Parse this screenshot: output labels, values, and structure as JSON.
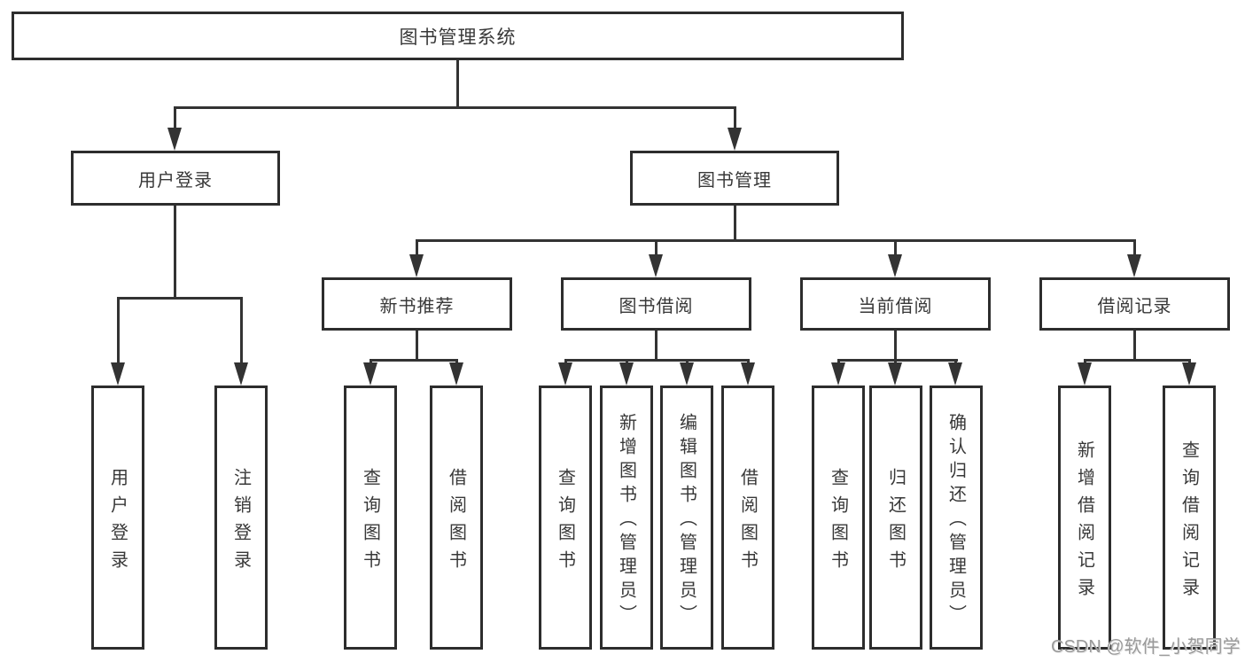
{
  "diagram": {
    "root": "图书管理系统",
    "level2": [
      "用户登录",
      "图书管理"
    ],
    "level3": [
      "新书推荐",
      "图书借阅",
      "当前借阅",
      "借阅记录"
    ],
    "leaves": {
      "login": [
        "用户登录",
        "注销登录"
      ],
      "recommend": [
        "查询图书",
        "借阅图书"
      ],
      "borrow": [
        "查询图书",
        "新增图书（管理员）",
        "编辑图书（管理员）",
        "借阅图书"
      ],
      "current": [
        "查询图书",
        "归还图书",
        "确认归还（管理员）"
      ],
      "records": [
        "新增借阅记录",
        "查询借阅记录"
      ]
    }
  },
  "watermark": "CSDN @软件_小贺同学",
  "colors": {
    "line": "#333333",
    "border": "#2d2d2d",
    "text": "#383838",
    "background": "#ffffff",
    "watermark": "#9a9a9a"
  }
}
